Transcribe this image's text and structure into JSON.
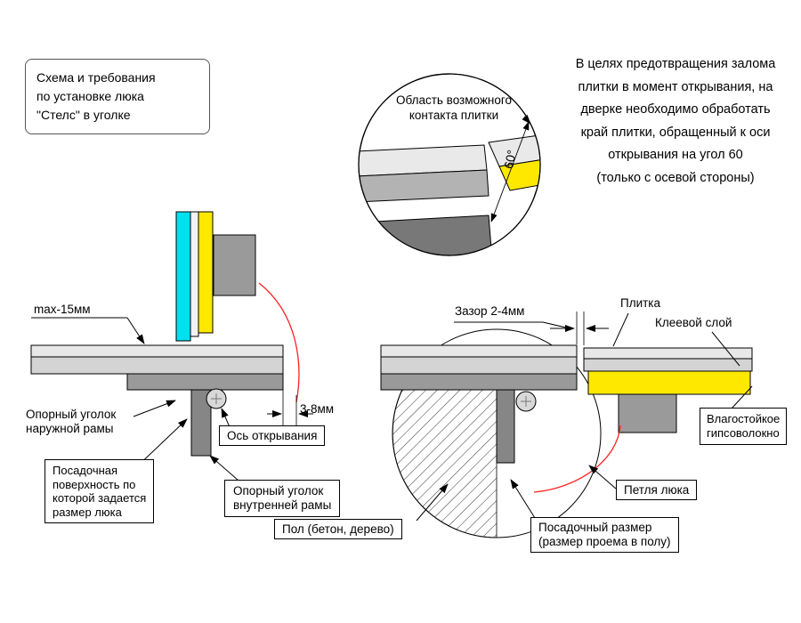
{
  "title_box": {
    "line1": "Схема и требования",
    "line2": "по установке люка",
    "line3": "\"Стелс\" в уголке"
  },
  "note": {
    "line1": "В целях предотвращения залома",
    "line2": "плитки в момент открывания, на",
    "line3": "дверке необходимо обработать",
    "line4": "край плитки, обращенный к оси",
    "line5": "открывания на угол 60",
    "line6": "(только с осевой стороны)"
  },
  "detail": {
    "label_line1": "Область возможного",
    "label_line2": "контакта плитки",
    "angle_label": "60°"
  },
  "left_diagram": {
    "max_gap_label": "max-15мм",
    "outer_angle_label_line1": "Опорный уголок",
    "outer_angle_label_line2": "наружной рамы",
    "seat_surface_line1": "Посадочная",
    "seat_surface_line2": "поверхность по",
    "seat_surface_line3": "которой задается",
    "seat_surface_line4": "размер люка",
    "axis_label": "Ось открывания",
    "gap_label": "3-8мм",
    "inner_angle_label_line1": "Опорный уголок",
    "inner_angle_label_line2": "внутренней рамы"
  },
  "right_diagram": {
    "gap_label": "Зазор 2-4мм",
    "tile_label": "Плитка",
    "glue_label": "Клеевой слой",
    "gvl_label_line1": "Влагостойкое",
    "gvl_label_line2": "гипсоволокно",
    "hinge_label": "Петля люка",
    "floor_label": "Пол (бетон, дерево)",
    "opening_line1": "Посадочный размер",
    "opening_line2": "(размер проема в полу)"
  },
  "colors": {
    "tile_cyan": "#00e0ee",
    "glue_yellow": "#ffe800",
    "accent_red": "#ff1f1f",
    "slab_gray": "#d4d4d4",
    "frame_gray": "#9a9a9a"
  }
}
